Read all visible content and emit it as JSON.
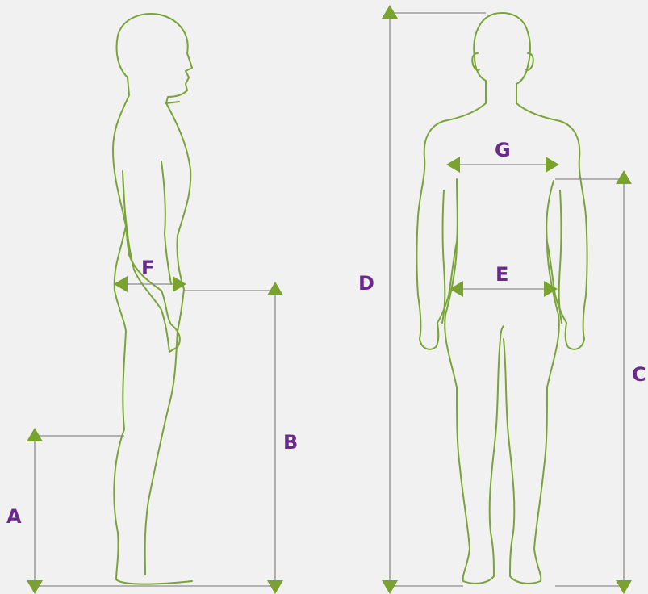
{
  "colors": {
    "background": "#f1f1f1",
    "figure_outline": "#7aa536",
    "arrow": "#79a22e",
    "guide_line": "#8c8c8c",
    "label": "#6a2a8c"
  },
  "figures": {
    "side_view": "side-profile-figure",
    "front_view": "front-figure"
  },
  "labels": {
    "a": "A",
    "b": "B",
    "c": "C",
    "d": "D",
    "e": "E",
    "f": "F",
    "g": "G"
  }
}
